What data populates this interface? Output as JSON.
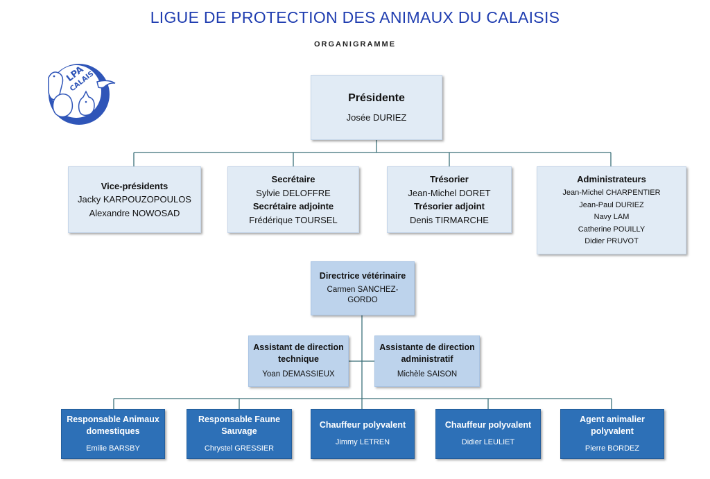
{
  "header": {
    "title": "LIGUE DE PROTECTION DES ANIMAUX DU CALAISIS",
    "subtitle": "ORGANIGRAMME"
  },
  "logo": {
    "text_line1": "LPA",
    "text_line2": "CALAIS"
  },
  "president": {
    "role": "Présidente",
    "name": "Josée DURIEZ"
  },
  "vice": {
    "role": "Vice-présidents",
    "names": [
      "Jacky KARPOUZOPOULOS",
      "Alexandre NOWOSAD"
    ]
  },
  "secretary": {
    "role": "Secrétaire",
    "name": "Sylvie DELOFFRE",
    "deputy_role": "Secrétaire adjointe",
    "deputy_name": "Frédérique TOURSEL"
  },
  "treasurer": {
    "role": "Trésorier",
    "name": "Jean-Michel DORET",
    "deputy_role": "Trésorier adjoint",
    "deputy_name": "Denis TIRMARCHE"
  },
  "admins": {
    "role": "Administrateurs",
    "names": [
      "Jean-Michel CHARPENTIER",
      "Jean-Paul DURIEZ",
      "Navy LAM",
      "Catherine POUILLY",
      "Didier PRUVOT"
    ]
  },
  "director": {
    "role": "Directrice vétérinaire",
    "name": "Carmen SANCHEZ-GORDO"
  },
  "assistant_tech": {
    "role": "Assistant de direction technique",
    "name": "Yoan DEMASSIEUX"
  },
  "assistant_admin": {
    "role": "Assistante de direction administratif",
    "name": "Michèle SAISON"
  },
  "staff": [
    {
      "role": "Responsable Animaux domestiques",
      "name": "Emilie BARSBY"
    },
    {
      "role": "Responsable Faune Sauvage",
      "name": "Chrystel GRESSIER"
    },
    {
      "role": "Chauffeur polyvalent",
      "name": "Jimmy LETREN"
    },
    {
      "role": "Chauffeur polyvalent",
      "name": "Didier LEULIET"
    },
    {
      "role": "Agent animalier polyvalent",
      "name": "Pierre BORDEZ"
    }
  ],
  "colors": {
    "title": "#1f3db0",
    "light_box": "#e1ebf5",
    "mid_box": "#bdd3ec",
    "dark_box": "#2d70b7",
    "connector": "#3a6f78"
  }
}
